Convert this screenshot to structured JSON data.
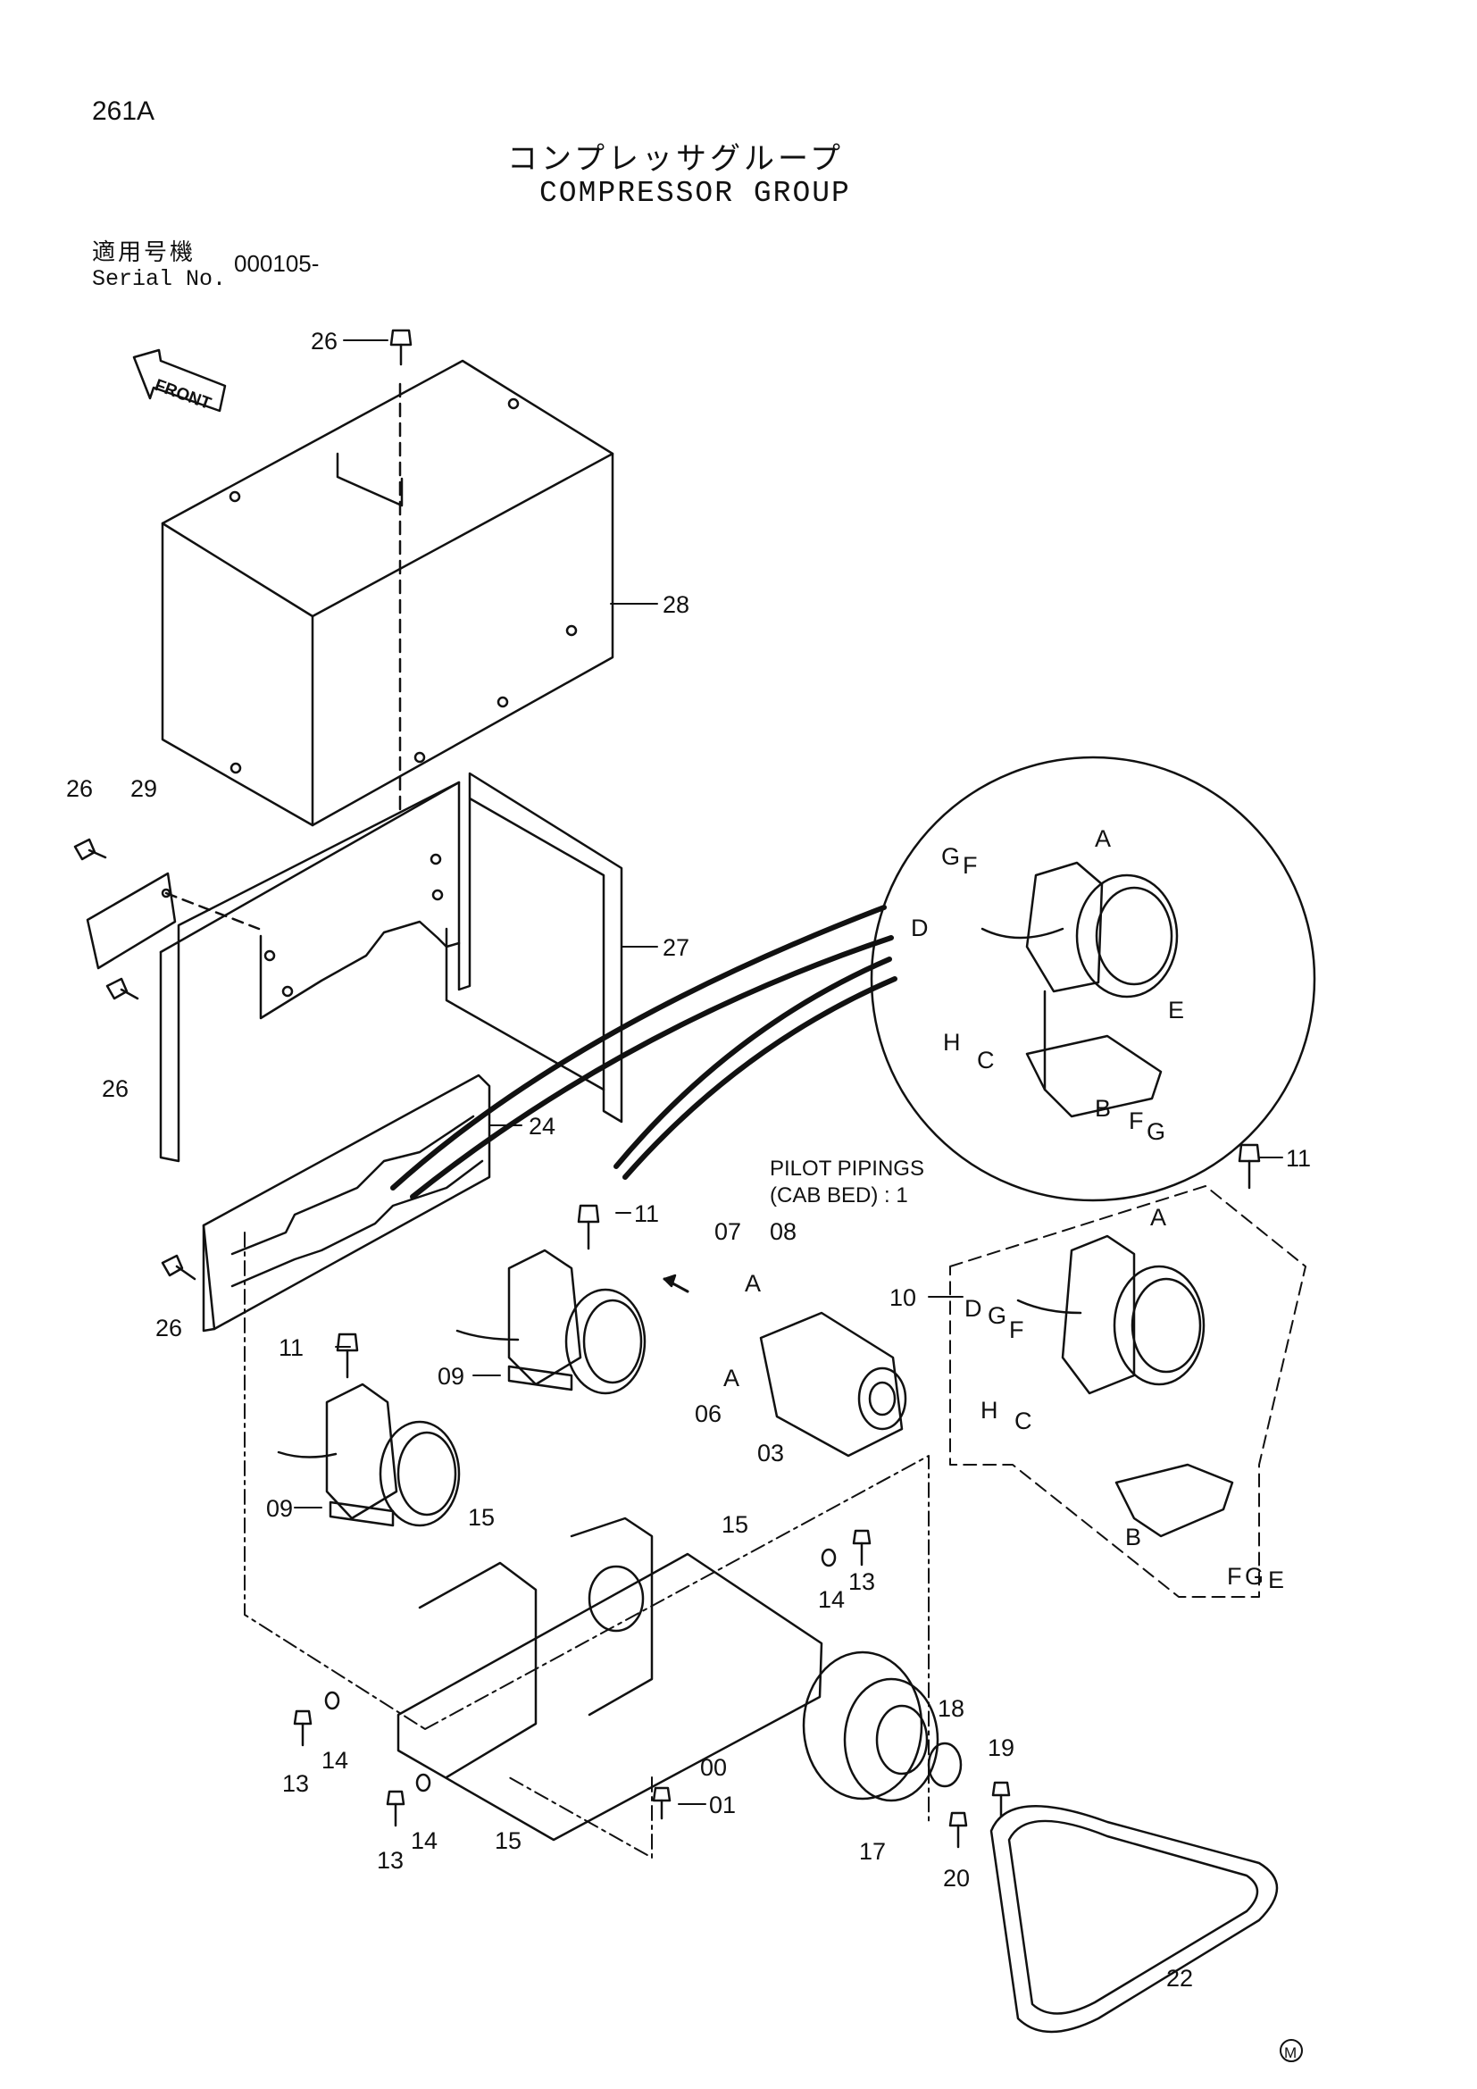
{
  "page_code": "261A",
  "title_jp": "コンプレッサグループ",
  "title_en": "COMPRESSOR GROUP",
  "serial_label_jp": "適用号機",
  "serial_label_en": "Serial No.",
  "serial_value": "000105-",
  "front_label": "FRONT",
  "pilot_note_line1": "PILOT PIPINGS",
  "pilot_note_line2": "(CAB BED) : 1",
  "maker_mark": "M",
  "callouts": {
    "p26a": "26",
    "p28": "28",
    "p26b": "26",
    "p29": "29",
    "p27": "27",
    "p26c": "26",
    "p24": "24",
    "p26d": "26",
    "p11a": "11",
    "p11b": "11",
    "p11c": "11",
    "p09a": "09",
    "p09b": "09",
    "p07": "07",
    "p08": "08",
    "p06": "06",
    "p03": "03",
    "p10": "10",
    "p15a": "15",
    "p15b": "15",
    "p15c": "15",
    "p14a": "14",
    "p14b": "14",
    "p14c": "14",
    "p13a": "13",
    "p13b": "13",
    "p13c": "13",
    "p00": "00",
    "p01": "01",
    "p17": "17",
    "p18": "18",
    "p19": "19",
    "p20": "20",
    "p22": "22"
  },
  "letters": {
    "A1": "A",
    "G1": "G",
    "F1": "F",
    "D1": "D",
    "H1": "H",
    "C1": "C",
    "E1": "E",
    "B1": "B",
    "F2": "F",
    "G2": "G",
    "A2": "A",
    "A3": "A",
    "A4": "A",
    "D2": "D",
    "G3": "G",
    "F3": "F",
    "H2": "H",
    "C2": "C",
    "B2": "B",
    "F4": "F",
    "G4": "G",
    "E2": "E"
  }
}
